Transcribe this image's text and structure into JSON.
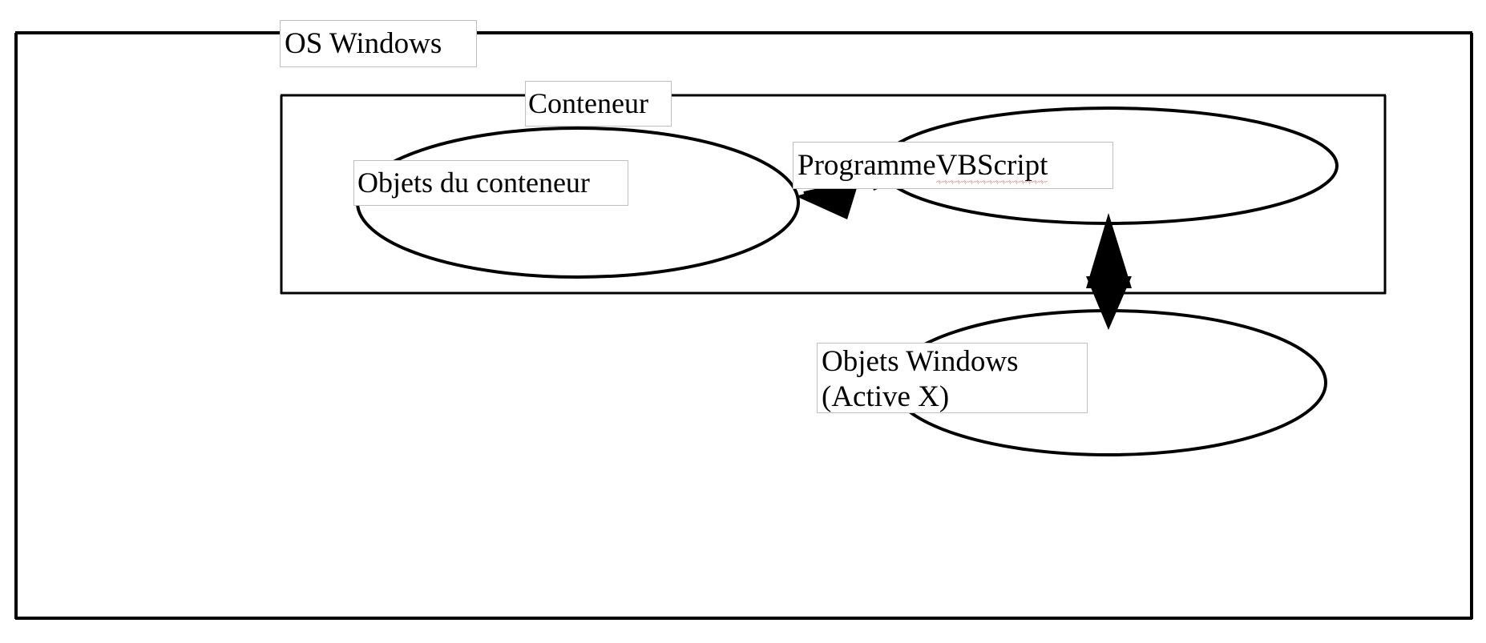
{
  "diagram": {
    "title": "OS Windows",
    "outer_frame": {
      "label": "OS Windows"
    },
    "inner_frame": {
      "label": "Conteneur"
    },
    "nodes": [
      {
        "id": "objets-conteneur",
        "label": "Objets du conteneur",
        "shape": "ellipse"
      },
      {
        "id": "programme-vbscript",
        "label_prefix": "Programme ",
        "label_misspelled": "VBScript",
        "label": "Programme VBScript",
        "shape": "ellipse"
      },
      {
        "id": "objets-windows",
        "label_line1": "Objets Windows",
        "label_line2": "(Active X)",
        "label": "Objets Windows\n(Active X)",
        "shape": "ellipse"
      }
    ],
    "connectors": [
      {
        "id": "conteneur-vbscript",
        "type": "double-arrow",
        "orientation": "horizontal",
        "from": "objets-conteneur",
        "to": "programme-vbscript"
      },
      {
        "id": "vbscript-activex",
        "type": "double-arrow",
        "orientation": "vertical",
        "from": "programme-vbscript",
        "to": "objets-windows"
      }
    ],
    "colors": {
      "stroke": "#000000",
      "label_border": "#c0c0c0",
      "background": "#ffffff",
      "spellcheck_underline": "#e8554e"
    }
  }
}
